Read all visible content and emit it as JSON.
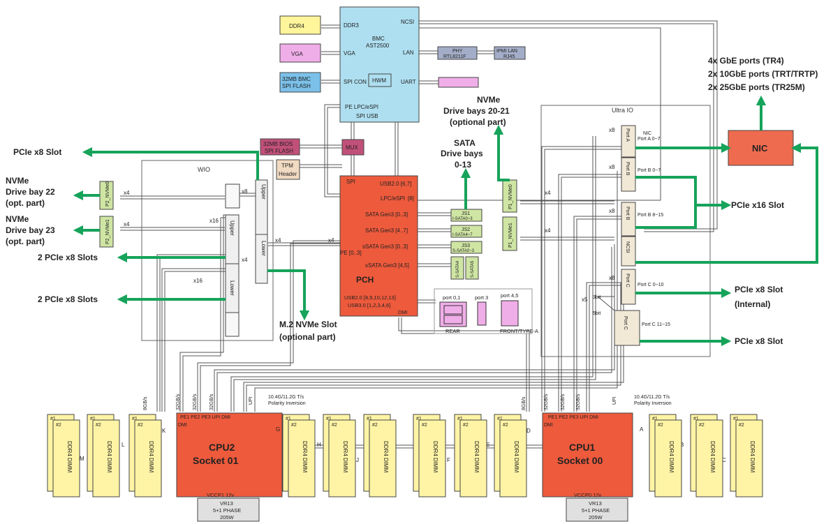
{
  "bmc": {
    "title_line1": "BMC",
    "title_line2": "AST2500",
    "ddr_port": "DDR3",
    "vga_port": "VGA",
    "spi_port": "SPI CON",
    "pe_port": "PE LPC/eSPI",
    "spi_usb": "SPI USB",
    "ncsi_port": "NCSI",
    "lan_port": "LAN",
    "uart_port": "UART",
    "hwm": "HWM"
  },
  "bmc_side": {
    "ddr4": "DDR4",
    "vga": "VGA",
    "flash_line1": "32MB BMC",
    "flash_line2": "SPI FLASH",
    "phy_line1": "PHY",
    "phy_line2": "RTL8211F",
    "ipmi_line1": "IPMI LAN",
    "ipmi_line2": "RJ45"
  },
  "bios": {
    "line1": "32MB BIOS",
    "line2": "SPI FLASH"
  },
  "mux": "MUX",
  "tpm": {
    "line1": "TPM",
    "line2": "Header"
  },
  "pch": {
    "title": "PCH",
    "spi": "SPI",
    "usb_top": "USB2.0 [6,7]",
    "lpc": "LPC/eSPI",
    "lpc_num": "[8]",
    "sata1": "SATA Gen3 [0..3]",
    "sata2": "SATA Gen3 [4..7]",
    "ssata1": "sSATA Gen3 [0..3]",
    "ssata2": "sSATA Gen3 [4,5]",
    "pe": "PE [0..3]",
    "usb2": "USB2.0 [8,9,10,12,13]",
    "usb3": "USB3.0 [1,2,3,4,6]",
    "dmi": "DMI"
  },
  "sata_conn": [
    "JS1",
    "JS2",
    "JS3"
  ],
  "sata_conn_sub": [
    "I-SATA0~3",
    "I-SATA4~7",
    "S-SATA0~3"
  ],
  "ssata_small": [
    "S-SATA4",
    "S-SATA5"
  ],
  "usb_box": {
    "p01": "port 0,1",
    "p3": "port 3",
    "p45": "port 4,5",
    "rear": "REAR",
    "front": "FRONT/TYPE-A"
  },
  "wio": {
    "title": "WIO",
    "upper": "Upper",
    "lower": "Lower",
    "upper2": "Upper",
    "lower2": "Lower",
    "x8": "x8",
    "x16a": "x16",
    "x4": "x4",
    "x16b": "x16",
    "x4_pch_left": "x4",
    "x4_pch_right": "x4",
    "nvme_x4_a": "x4",
    "nvme_x4_b": "x4"
  },
  "nvme_left": [
    "P2_NVMe0",
    "P2_NVMe1"
  ],
  "nvme_right": [
    "P1_NVMe0",
    "P1_NVMe1"
  ],
  "ultra": {
    "title": "Ultra IO",
    "porta": "Port A",
    "portb": "Port B",
    "portb2": "Port B",
    "ncsi": "NCSI",
    "portc": "Port C",
    "portc2": "Port C",
    "nic_port": "NIC",
    "nic_port2": "Port A 0~7",
    "b07": "Port B 0~7",
    "b815": "Port B 8~15",
    "c010": "Port C 0~10",
    "c1115": "Port C 11~15",
    "x8a": "x8",
    "x8b": "x8",
    "x8c": "x8",
    "x8d": "x8",
    "x5": "x5",
    "sb3": "3bit",
    "sb5": "5bit",
    "x4a": "x4",
    "x4b": "x4"
  },
  "nic": "NIC",
  "labels": {
    "pcie_x8_slot_top": "PCIe x8 Slot",
    "nvme_bay22": [
      "NVMe",
      "Drive bay 22",
      "(opt. part)"
    ],
    "nvme_bay23": [
      "NVMe",
      "Drive bay 23",
      "(opt. part)"
    ],
    "pcie_2x8_a": "2 PCIe x8 Slots",
    "pcie_2x8_b": "2 PCIe x8 Slots",
    "m2": [
      "M.2 NVMe Slot",
      "(optional part)"
    ],
    "sata_bays": [
      "SATA",
      "Drive bays",
      "0-13"
    ],
    "nvme_bays": [
      "NVMe",
      "Drive bays 20-21",
      "(optional part)"
    ],
    "gbe": [
      "4x GbE ports (TR4)",
      "2x 10GbE ports (TRT/TRTP)",
      "2x 25GbE ports (TR25M)"
    ],
    "pcie_x16": "PCIe x16 Slot",
    "pcie_x8_internal": [
      "PCIe x8 Slot",
      "(Internal)"
    ],
    "pcie_x8_bottom": "PCIe x8 Slot"
  },
  "cpu2": {
    "name": "CPU2",
    "socket": "Socket 01",
    "pe_ports": "PE1 PE2 PE3 UPI DMI",
    "upi_speed": [
      "10.4G/11.2G T/s",
      "Polarity Inversion"
    ],
    "link_labels": [
      "8GB/s",
      "32GB/s",
      "32GB/s",
      "32GB/s",
      "UPI"
    ],
    "ch": [
      "K",
      "L",
      "M",
      "G",
      "H",
      "J"
    ],
    "dmi_lbl": "DMI",
    "vr": [
      "VR13",
      "5+1 PHASE",
      "205W"
    ],
    "vccp": "VCCP1 12v"
  },
  "cpu1": {
    "name": "CPU1",
    "socket": "Socket 00",
    "pe_ports": "PE1 PE2 PE3 UPI DMI",
    "upi_speed": [
      "10.4G/11.2G T/s",
      "Polarity Inversion"
    ],
    "link_labels": [
      "8GB/s",
      "32GB/s",
      "32GB/s",
      "32GB/s",
      "UPI"
    ],
    "ch": [
      "D",
      "E",
      "F",
      "A",
      "B",
      "C"
    ],
    "dmi_lbl": "DMI",
    "vr": [
      "VR13",
      "5+1 PHASE",
      "205W"
    ],
    "vccp": "VCCP0 12v"
  },
  "dimm": {
    "label": "DDR4 DIMM",
    "n1": "#1",
    "n2": "#2"
  },
  "colors": {
    "bmc": "#aedff0",
    "pch": "#ee5a3c",
    "cpu": "#ee5a3c",
    "nic": "#ee6b4f",
    "ddr4": "#fff59a",
    "vga": "#f0aee8",
    "flash": "#7bc1ea",
    "phy": "#a3adc7",
    "bios": "#c15079",
    "mux": "#c15079",
    "tpm": "#f1dac2",
    "nvme": "#cfe5a3",
    "wio_box": "#f0f0f0",
    "green_arrow": "#16a35a",
    "dimm": "#fff4a5"
  }
}
